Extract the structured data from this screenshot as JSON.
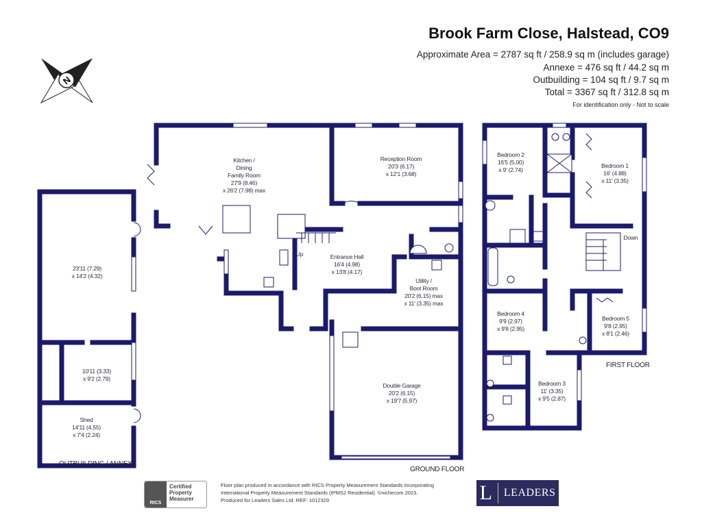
{
  "header": {
    "title": "Brook Farm Close, Halstead, CO9",
    "areas": [
      "Approximate Area = 2787 sq ft / 258.9 sq m (includes garage)",
      "Annexe = 476 sq ft / 44.2 sq m",
      "Outbuilding = 104 sq ft / 9.7 sq m",
      "Total = 3367 sq ft / 312.8 sq m"
    ],
    "note": "For identification only - Not to scale"
  },
  "compass": {
    "letter": "N"
  },
  "colors": {
    "wall": "#1c1a6b",
    "brand": "#2c2a5e"
  },
  "ground_floor": {
    "label": "GROUND FLOOR",
    "rooms": {
      "kitchen": [
        "Kitchen /",
        "Dining",
        "Family Room",
        "27'9 (8.46)",
        "x 26'2 (7.98) max"
      ],
      "reception": [
        "Reception Room",
        "20'3 (6.17)",
        "x 12'1 (3.68)"
      ],
      "hall": [
        "Entrance Hall",
        "16'4 (4.98)",
        "x 13'8 (4.17)"
      ],
      "utility": [
        "Utility /",
        "Boot Room",
        "20'2 (6.15) max",
        "x 11' (3.35) max"
      ],
      "garage": [
        "Double Garage",
        "20'2 (6.15)",
        "x 19'7 (5.97)"
      ],
      "up": "Up"
    }
  },
  "outbuilding": {
    "label": "OUTBUILDING / ANNEXE",
    "rooms": {
      "annexe_main": [
        "23'11 (7.29)",
        "x 14'2 (4.32)"
      ],
      "annexe_room": [
        "10'11 (3.33)",
        "x 9'2 (2.79)"
      ],
      "shed": [
        "Shed",
        "14'11 (4.55)",
        "x 7'4 (2.24)"
      ]
    }
  },
  "first_floor": {
    "label": "FIRST FLOOR",
    "rooms": {
      "bedroom1": [
        "Bedroom 1",
        "16' (4.88)",
        "x 11' (3.35)"
      ],
      "bedroom2": [
        "Bedroom 2",
        "16'5 (5.00)",
        "x 9' (2.74)"
      ],
      "bedroom3": [
        "Bedroom 3",
        "11' (3.35)",
        "x 9'5 (2.87)"
      ],
      "bedroom4": [
        "Bedroom 4",
        "9'9 (2.97)",
        "x 9'8 (2.95)"
      ],
      "bedroom5": [
        "Bedroom 5",
        "9'8 (2.95)",
        "x 8'1 (2.46)"
      ],
      "down": "Down"
    }
  },
  "footer": {
    "rics_mark": "RICS",
    "rics_cert": [
      "Certified",
      "Property",
      "Measurer"
    ],
    "lines": [
      "Floor plan produced in accordance with RICS Property Measurement Standards incorporating",
      "International Property Measurement Standards (IPMS2 Residential).  ©nichecom 2023.",
      "Produced for Leaders Sales Ltd.   REF:  1012329"
    ],
    "brand_initial": "L",
    "brand_name": "LEADERS"
  }
}
